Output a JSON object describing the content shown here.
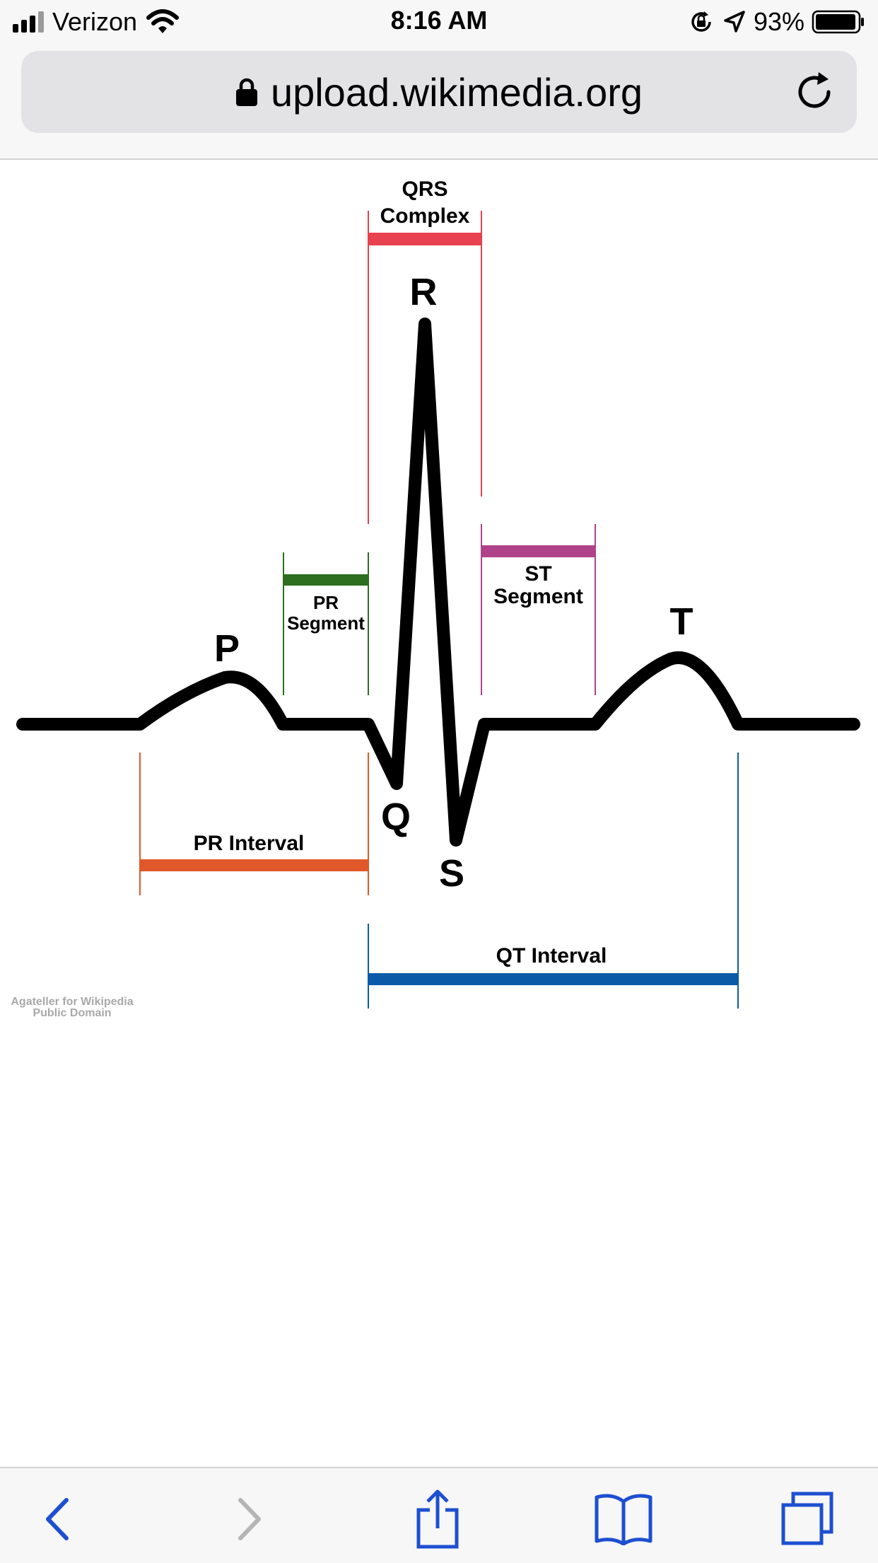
{
  "status_bar": {
    "carrier": "Verizon",
    "time": "8:16 AM",
    "battery_percent": "93%",
    "icons": [
      "signal-bars-icon",
      "wifi-icon",
      "orientation-lock-icon",
      "location-arrow-icon",
      "battery-icon"
    ]
  },
  "browser": {
    "url": "upload.wikimedia.org",
    "icons": [
      "lock-icon",
      "reload-icon"
    ]
  },
  "diagram": {
    "waves": {
      "p": "P",
      "q": "Q",
      "r": "R",
      "s": "S",
      "t": "T"
    },
    "qrs_complex": [
      "QRS",
      "Complex"
    ],
    "pr_segment": [
      "PR",
      "Segment"
    ],
    "st_segment": [
      "ST",
      "Segment"
    ],
    "pr_interval": "PR Interval",
    "qt_interval": "QT Interval",
    "credit": [
      "Agateller for Wikipedia",
      "Public Domain"
    ],
    "colors": {
      "trace": "#000000",
      "qrs_complex": "#e8414f",
      "pr_segment": "#2d6e1f",
      "st_segment": "#b0428a",
      "pr_interval": "#e0582a",
      "qt_interval": "#0a5aa8"
    }
  },
  "toolbar": {
    "icons": [
      "back-icon",
      "forward-icon",
      "share-icon",
      "bookmarks-icon",
      "tabs-icon"
    ],
    "accent": "#1d4fd1",
    "disabled": "#b5b5b5"
  }
}
